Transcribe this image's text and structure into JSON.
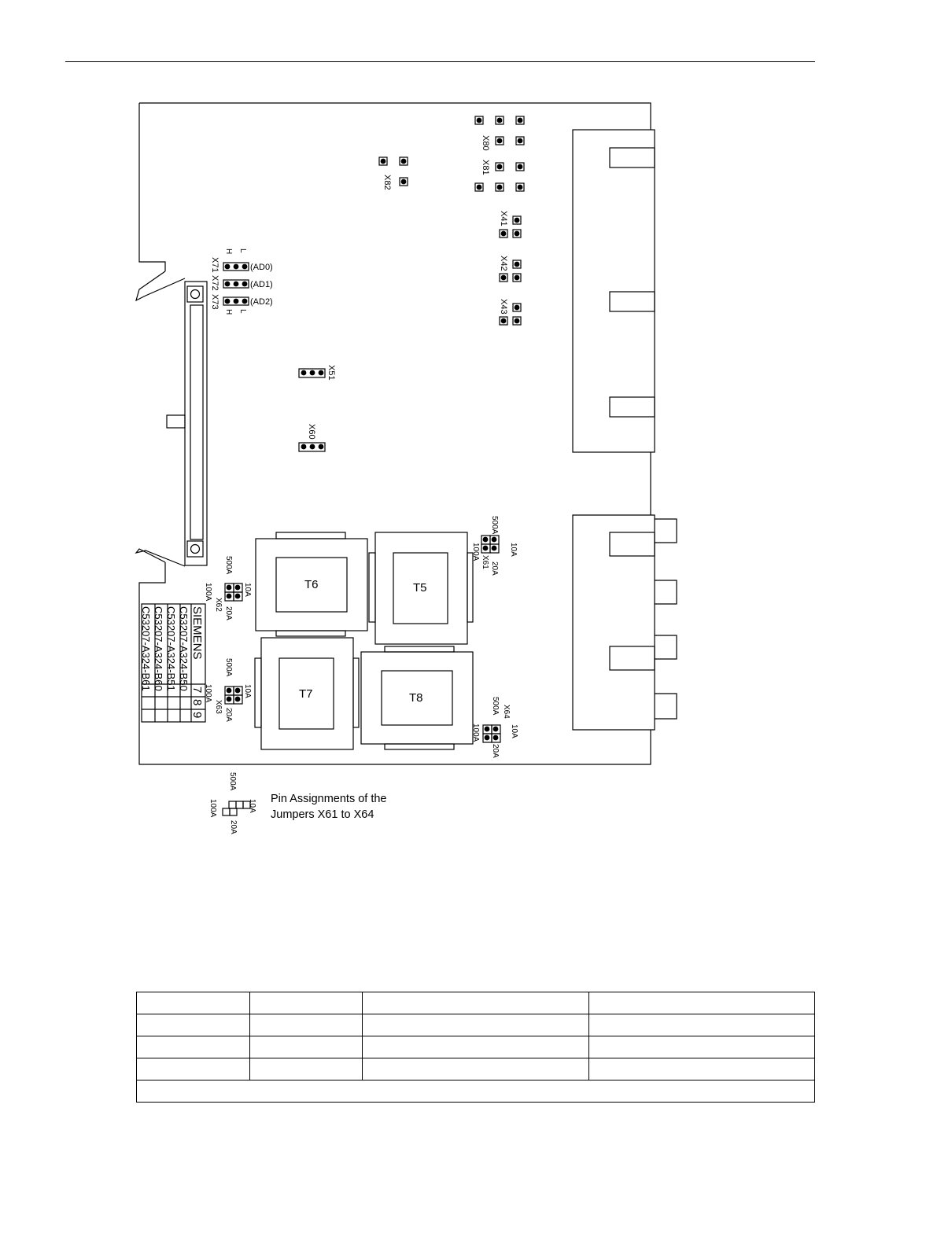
{
  "board": {
    "transformers": [
      "T5",
      "T6",
      "T7",
      "T8"
    ],
    "vendor": "SIEMENS",
    "part_numbers": [
      "C53207-A324-B50",
      "C53207-A324-B51",
      "C53207-A324-B60",
      "C53207-A324-B61"
    ],
    "variant_numbers": [
      "7",
      "8",
      "9"
    ],
    "address_labels": [
      "(AD0)",
      "(AD1)",
      "(AD2)"
    ],
    "jumpers": {
      "x71": "X71",
      "x72": "X72",
      "x73": "X73",
      "x80": "X80",
      "x81": "X81",
      "x82": "X82",
      "x41": "X41",
      "x42": "X42",
      "x43": "X43",
      "x51": "X51",
      "x60": "X60",
      "x61": "X61",
      "x62": "X62",
      "x63": "X63",
      "x64": "X64"
    },
    "current_labels": {
      "i10": "10A",
      "i20": "20A",
      "i100": "100A",
      "i500": "500A"
    },
    "level_labels": {
      "high": "H",
      "low": "L"
    }
  },
  "caption": {
    "line1": "Pin Assignments of the",
    "line2": "Jumpers X61 to X64"
  }
}
